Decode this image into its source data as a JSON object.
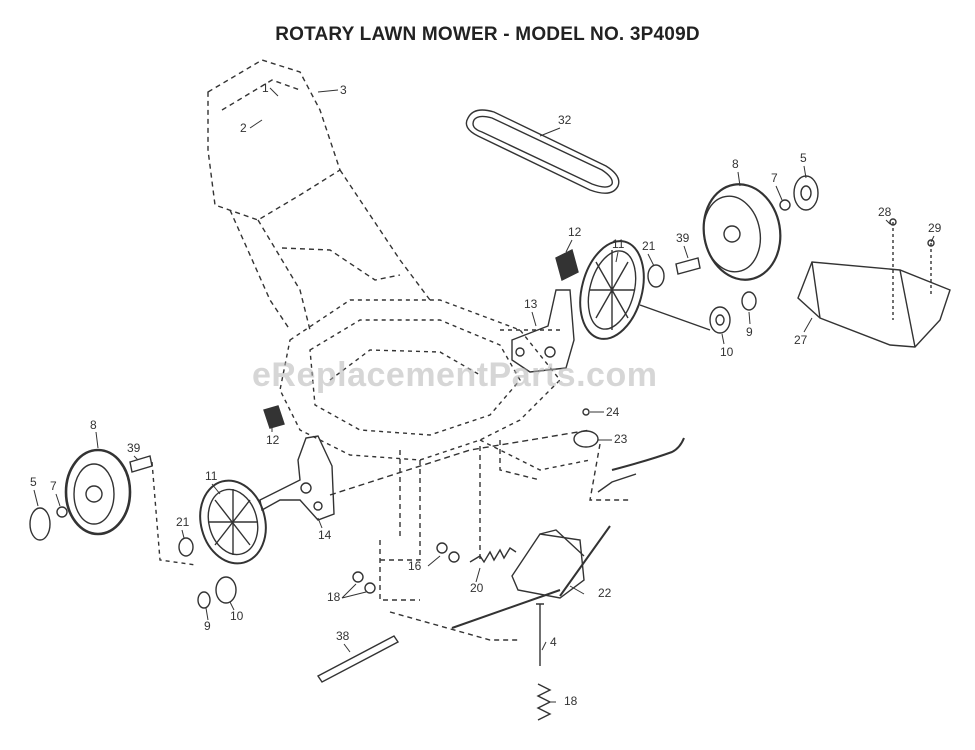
{
  "title": "ROTARY LAWN MOWER - MODEL NO.  3P409D",
  "watermark": "eReplacementParts.com",
  "colors": {
    "line": "#333333",
    "text": "#222222",
    "watermark": "#b4b4b4"
  },
  "callouts": {
    "c1": "1",
    "c2": "2",
    "c3": "3",
    "c32": "32",
    "c8_right": "8",
    "c7_right": "7",
    "c5_right": "5",
    "c28": "28",
    "c29": "29",
    "c12_right": "12",
    "c11_right": "11",
    "c21_right": "21",
    "c39_right": "39",
    "c13": "13",
    "c9_right": "9",
    "c10_right": "10",
    "c27": "27",
    "c24": "24",
    "c23": "23",
    "c12_left": "12",
    "c8_left": "8",
    "c39_left": "39",
    "c5_left": "5",
    "c7_left": "7",
    "c11_left": "11",
    "c14": "14",
    "c21_left": "21",
    "c16": "16",
    "c20": "20",
    "c22": "22",
    "c18_mid": "18",
    "c9_left": "9",
    "c10_left": "10",
    "c38": "38",
    "c4": "4",
    "c18_bottom": "18"
  }
}
